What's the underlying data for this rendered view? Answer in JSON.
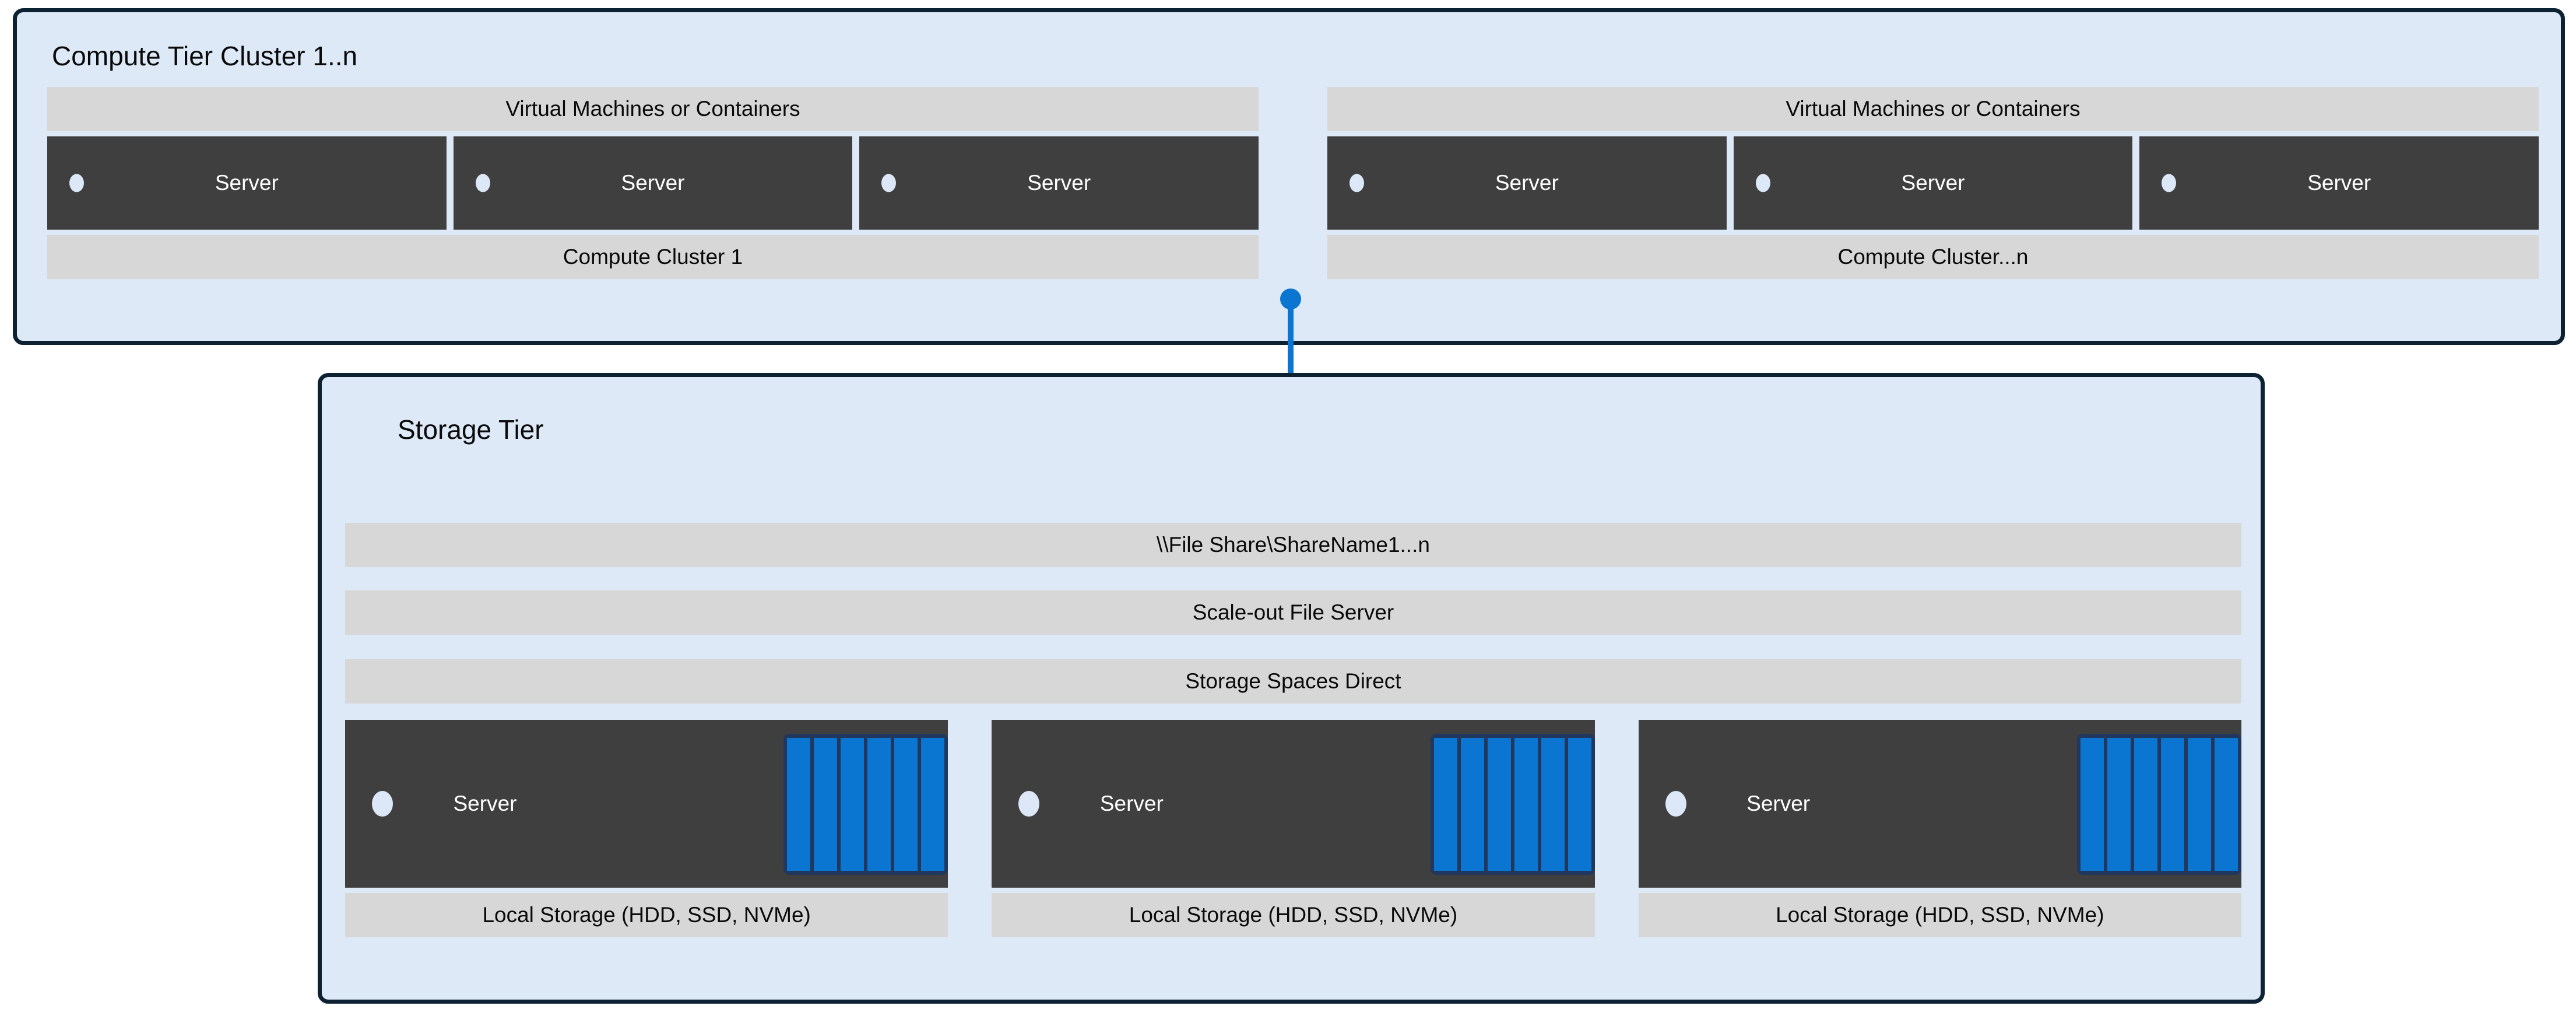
{
  "diagram": {
    "colors": {
      "tier_background": "#DDE9F7",
      "tier_border": "#0C2233",
      "band_background": "#D7D7D7",
      "server_background": "#3F3F3F",
      "accent_blue": "#0A76D2",
      "disk_enclosure": "#21375E",
      "led": "#DCE8F7",
      "text_dark": "#0A0A0A",
      "text_light": "#FFFFFF"
    }
  },
  "compute_tier": {
    "title": "Compute Tier Cluster 1..n",
    "clusters": [
      {
        "header": "Virtual Machines or Containers",
        "footer": "Compute Cluster 1",
        "servers": [
          {
            "label": "Server"
          },
          {
            "label": "Server"
          },
          {
            "label": "Server"
          }
        ]
      },
      {
        "header": "Virtual Machines or Containers",
        "footer": "Compute Cluster...n",
        "servers": [
          {
            "label": "Server"
          },
          {
            "label": "Server"
          },
          {
            "label": "Server"
          }
        ]
      }
    ]
  },
  "connector": {
    "icon": "folder-icon",
    "endpoint_top": "connector-dot-top",
    "endpoint_bottom": "connector-dot-bottom"
  },
  "storage_tier": {
    "title": "Storage Tier",
    "bands": [
      {
        "label": "\\\\File Share\\ShareName1...n"
      },
      {
        "label": "Scale-out File Server"
      },
      {
        "label": "Storage Spaces Direct"
      }
    ],
    "nodes": [
      {
        "server_label": "Server",
        "caption": "Local Storage (HDD, SSD, NVMe)",
        "disk_count": 6
      },
      {
        "server_label": "Server",
        "caption": "Local Storage (HDD, SSD, NVMe)",
        "disk_count": 6
      },
      {
        "server_label": "Server",
        "caption": "Local Storage (HDD, SSD, NVMe)",
        "disk_count": 6
      }
    ]
  }
}
